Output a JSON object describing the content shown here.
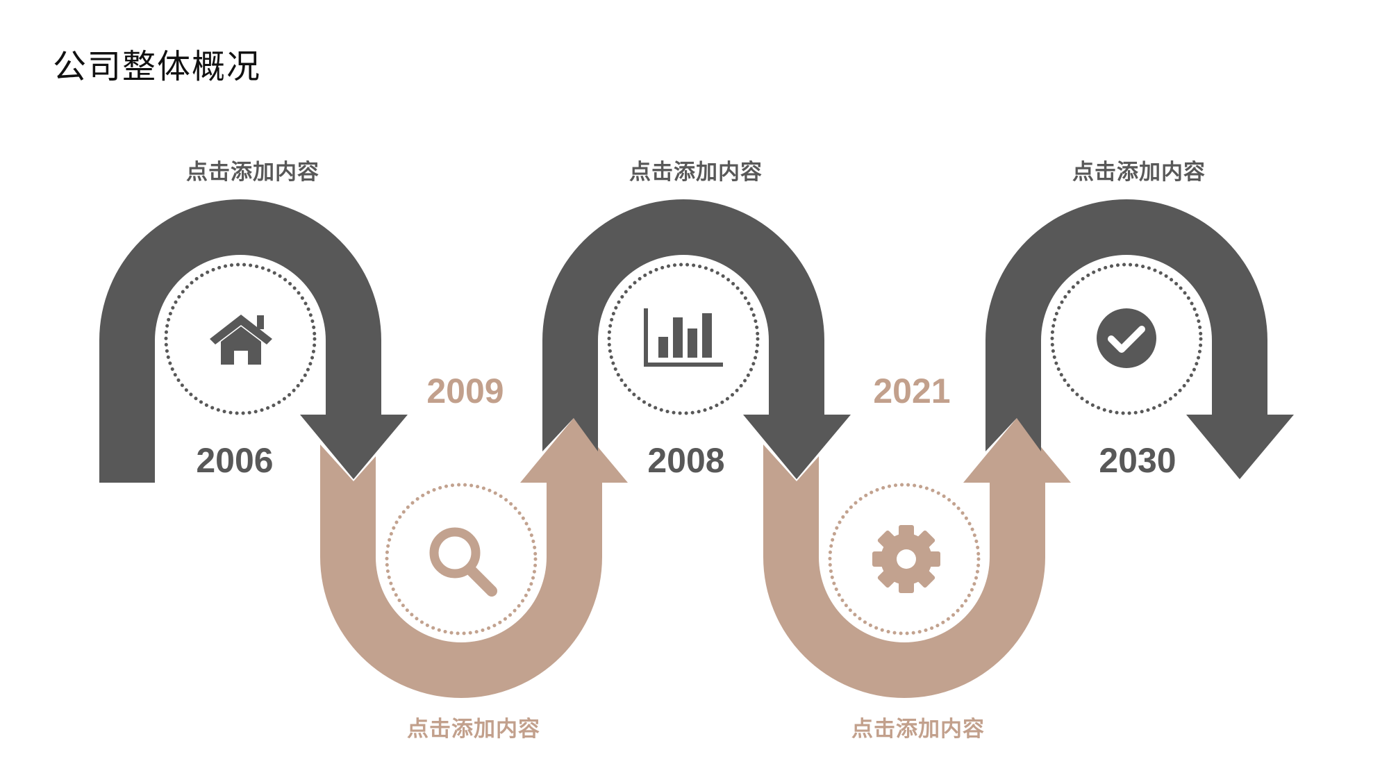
{
  "title": "公司整体概况",
  "colors": {
    "dark": "#585858",
    "tan": "#c2a28f",
    "tan_text": "#c2a08c",
    "dark_text": "#585858"
  },
  "milestones": [
    {
      "year": "2006",
      "label": "点击添加内容",
      "icon": "home-icon",
      "tone": "dark"
    },
    {
      "year": "2009",
      "label": "点击添加内容",
      "icon": "search-icon",
      "tone": "tan"
    },
    {
      "year": "2008",
      "label": "点击添加内容",
      "icon": "bar-chart-icon",
      "tone": "dark"
    },
    {
      "year": "2021",
      "label": "点击添加内容",
      "icon": "gear-icon",
      "tone": "tan"
    },
    {
      "year": "2030",
      "label": "点击添加内容",
      "icon": "check-circle-icon",
      "tone": "dark"
    }
  ]
}
